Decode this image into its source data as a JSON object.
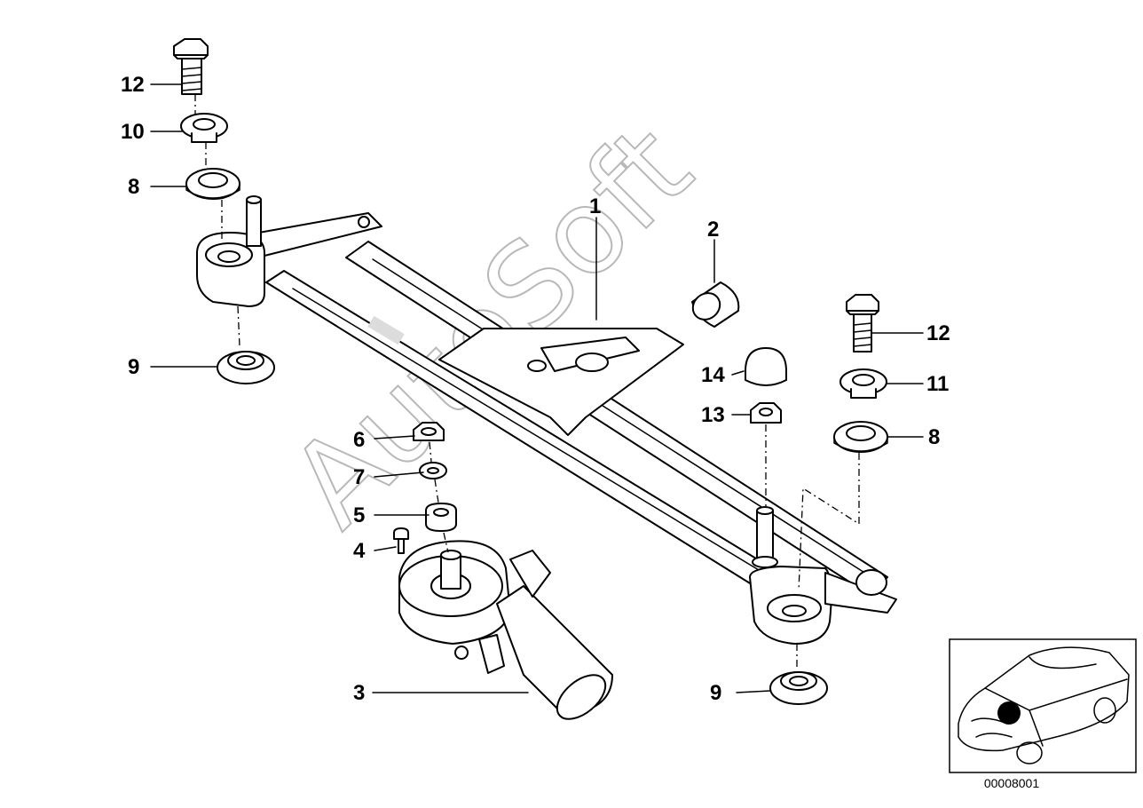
{
  "watermark": "AutoSoft",
  "diagram_number": "00008001",
  "callouts": [
    "1",
    "2",
    "3",
    "4",
    "5",
    "6",
    "7",
    "8",
    "8",
    "9",
    "9",
    "10",
    "11",
    "12",
    "12",
    "13",
    "14"
  ],
  "parts": [
    "wiper-linkage-assembly",
    "rubber-cap",
    "wiper-motor",
    "screw",
    "rubber-mount",
    "hex-nut",
    "washer",
    "grommet",
    "bearing-bushing",
    "collar-washer",
    "collar-washer-right",
    "hex-bolt",
    "hex-nut-right",
    "cap-dome"
  ],
  "thumbnail": "car-locator-thumbnail"
}
